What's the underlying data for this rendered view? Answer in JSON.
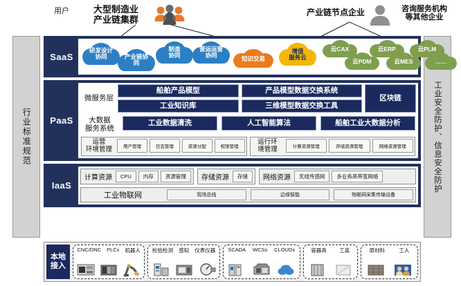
{
  "header": {
    "users_label": "用户",
    "big_mfg": "大型制造业\n产业链集群",
    "big_mfg_l1": "大型制造业",
    "big_mfg_l2": "产业链集群",
    "chain_node": "产业链节点企业",
    "consult_l1": "咨询服务机构",
    "consult_l2": "等其他企业",
    "people_icon": "people-group-icon",
    "person_icon": "person-icon"
  },
  "rails": {
    "left": "行业标准规范",
    "right": "工业安全防护、信息安全防护"
  },
  "layers": {
    "saas": {
      "name": "SaaS",
      "blue_clouds": [
        {
          "l1": "研发设计",
          "l2": "协同"
        },
        {
          "l1": "产业链协",
          "l2": "同"
        },
        {
          "l1": "制造",
          "l2": "协同"
        },
        {
          "l1": "营运运营",
          "l2": "协同"
        }
      ],
      "orange_cloud": {
        "l1": "知识交易",
        "l2": ""
      },
      "yellow_cloud": {
        "l1": "增值",
        "l2": "服务云"
      },
      "green_clouds": [
        {
          "label": "云CAX"
        },
        {
          "label": "云ERP"
        },
        {
          "label": "云PLM"
        },
        {
          "label": "云PDM"
        },
        {
          "label": "云MES"
        },
        {
          "label": "……"
        }
      ]
    },
    "paas": {
      "name": "PaaS",
      "microservice": {
        "label": "微服务层",
        "col1": [
          "船舶产品模型",
          "工业知识库"
        ],
        "col2": [
          "产品模型数据交换系统",
          "三维模型数据交换工具"
        ],
        "blockchain": "区块链"
      },
      "bigdata": {
        "label": "大数据\n服务系统",
        "label_l1": "大数据",
        "label_l2": "服务系统",
        "items": [
          "工业数据清洗",
          "人工智能算法",
          "船舶工业大数据分析"
        ]
      },
      "ops": {
        "label_l1": "运营",
        "label_l2": "环境管理",
        "items": [
          "用户管理",
          "日志管理",
          "资源分配",
          "权限管理"
        ]
      },
      "runtime": {
        "label_l1": "运行环",
        "label_l2": "境管理",
        "items": [
          "计算资源管理",
          "存储资源管理",
          "网络资源管理"
        ]
      }
    },
    "iaas": {
      "name": "IaaS",
      "compute": {
        "title": "计算资源",
        "items": [
          "CPU",
          "内存",
          "资源管理"
        ]
      },
      "storage": {
        "title": "存储资源",
        "items": [
          "存储"
        ]
      },
      "network": {
        "title": "网络资源",
        "items": [
          "无线传感网",
          "多业务高带宽网络"
        ]
      },
      "iot": {
        "title": "工业物联网",
        "items": [
          "现场总线",
          "边缘智能",
          "物联网采集传输设备"
        ]
      }
    }
  },
  "bottom": {
    "tag_l1": "本地",
    "tag_l2": "接入",
    "groups": [
      {
        "labels": [
          "CNC/DNC",
          "PLCs",
          "机器人"
        ],
        "icons": [
          "cnc-machine-icon",
          "plc-controller-icon",
          "robot-arm-icon"
        ]
      },
      {
        "labels": [
          "检验检测",
          "感知",
          "仪表仪器"
        ],
        "icons": [
          "inspection-device-icon",
          "sensor-icon",
          "gauge-icon"
        ]
      },
      {
        "labels": [
          "SCADA",
          "WCSs",
          "CLOUDs"
        ],
        "icons": [
          "scada-panel-icon",
          "wcs-device-icon",
          "cloud-icon"
        ]
      },
      {
        "labels": [
          "容器具",
          "工装"
        ],
        "icons": [
          "container-icon",
          "tooling-icon"
        ]
      },
      {
        "labels": [
          "原材料",
          "工人"
        ],
        "icons": [
          "raw-material-icon",
          "worker-icon"
        ]
      }
    ]
  },
  "colors": {
    "dark_navy": "#22315c",
    "button_navy": "#1b2a5e",
    "cloud_blue": "#2c7fc4",
    "cloud_orange": "#ea7b1e",
    "cloud_yellow": "#f5b800",
    "cloud_green": "#7f9e4e",
    "rail_gray": "#d2d2d2",
    "people_orange": "#e8782d",
    "people_gray": "#6b6b6b"
  }
}
